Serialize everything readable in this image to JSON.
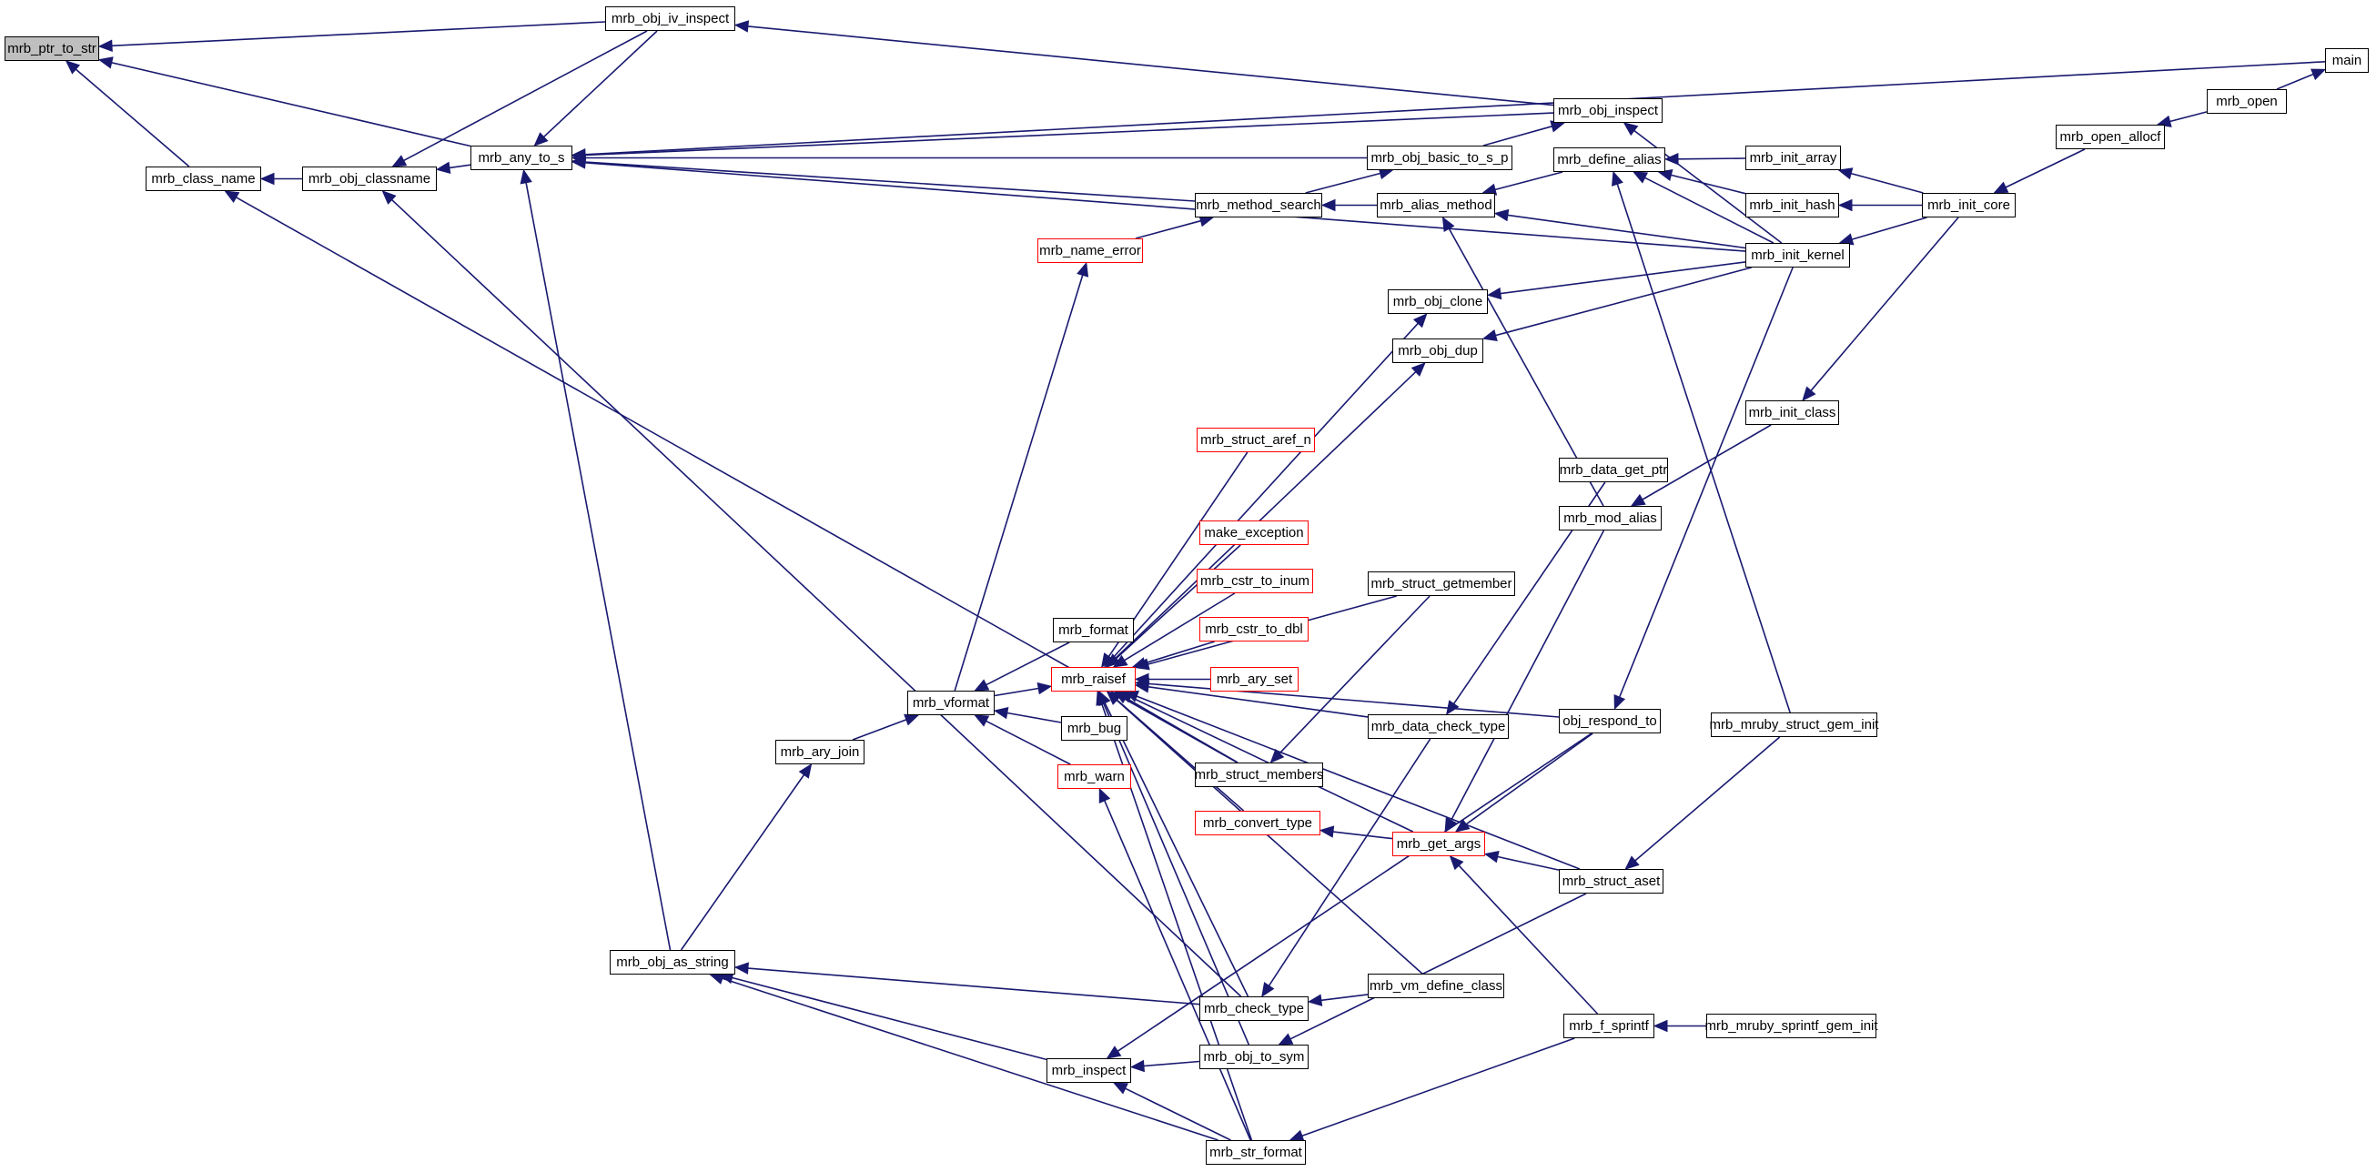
{
  "colors": {
    "edge": "#191970",
    "node_border": "#000000",
    "highlight_border": "#ff0000",
    "root_fill": "#bfbfbf"
  },
  "nodes": [
    {
      "id": "mrb_ptr_to_str",
      "label": "mrb_ptr_to_str",
      "root": true
    },
    {
      "id": "mrb_class_name",
      "label": "mrb_class_name"
    },
    {
      "id": "mrb_obj_classname",
      "label": "mrb_obj_classname"
    },
    {
      "id": "mrb_any_to_s",
      "label": "mrb_any_to_s"
    },
    {
      "id": "mrb_obj_iv_inspect",
      "label": "mrb_obj_iv_inspect"
    },
    {
      "id": "main",
      "label": "main"
    },
    {
      "id": "mrb_obj_inspect",
      "label": "mrb_obj_inspect"
    },
    {
      "id": "mrb_obj_basic_to_s_p",
      "label": "mrb_obj_basic_to_s_p"
    },
    {
      "id": "mrb_method_search",
      "label": "mrb_method_search"
    },
    {
      "id": "mrb_name_error",
      "label": "mrb_name_error",
      "red": true
    },
    {
      "id": "mrb_alias_method",
      "label": "mrb_alias_method"
    },
    {
      "id": "mrb_define_alias",
      "label": "mrb_define_alias"
    },
    {
      "id": "mrb_init_array",
      "label": "mrb_init_array"
    },
    {
      "id": "mrb_init_hash",
      "label": "mrb_init_hash"
    },
    {
      "id": "mrb_init_kernel",
      "label": "mrb_init_kernel"
    },
    {
      "id": "mrb_init_core",
      "label": "mrb_init_core"
    },
    {
      "id": "mrb_open_allocf",
      "label": "mrb_open_allocf"
    },
    {
      "id": "mrb_open",
      "label": "mrb_open"
    },
    {
      "id": "mrb_init_class",
      "label": "mrb_init_class"
    },
    {
      "id": "mrb_obj_clone",
      "label": "mrb_obj_clone"
    },
    {
      "id": "mrb_obj_dup",
      "label": "mrb_obj_dup"
    },
    {
      "id": "mrb_struct_aref_n",
      "label": "mrb_struct_aref_n",
      "red": true
    },
    {
      "id": "make_exception",
      "label": "make_exception",
      "red": true
    },
    {
      "id": "mrb_cstr_to_inum",
      "label": "mrb_cstr_to_inum",
      "red": true
    },
    {
      "id": "mrb_cstr_to_dbl",
      "label": "mrb_cstr_to_dbl",
      "red": true
    },
    {
      "id": "mrb_ary_set",
      "label": "mrb_ary_set",
      "red": true
    },
    {
      "id": "mrb_format",
      "label": "mrb_format"
    },
    {
      "id": "mrb_raisef",
      "label": "mrb_raisef",
      "red": true
    },
    {
      "id": "mrb_vformat",
      "label": "mrb_vformat"
    },
    {
      "id": "mrb_bug",
      "label": "mrb_bug"
    },
    {
      "id": "mrb_warn",
      "label": "mrb_warn",
      "red": true
    },
    {
      "id": "mrb_ary_join",
      "label": "mrb_ary_join"
    },
    {
      "id": "mrb_struct_members",
      "label": "mrb_struct_members"
    },
    {
      "id": "mrb_convert_type",
      "label": "mrb_convert_type",
      "red": true
    },
    {
      "id": "mrb_get_args",
      "label": "mrb_get_args",
      "red": true
    },
    {
      "id": "mrb_data_get_ptr",
      "label": "mrb_data_get_ptr"
    },
    {
      "id": "mrb_mod_alias",
      "label": "mrb_mod_alias"
    },
    {
      "id": "mrb_struct_getmember",
      "label": "mrb_struct_getmember"
    },
    {
      "id": "mrb_data_check_type",
      "label": "mrb_data_check_type"
    },
    {
      "id": "obj_respond_to",
      "label": "obj_respond_to"
    },
    {
      "id": "mrb_mruby_struct_gem_init",
      "label": "mrb_mruby_struct_gem_init"
    },
    {
      "id": "mrb_struct_aset",
      "label": "mrb_struct_aset"
    },
    {
      "id": "mrb_obj_as_string",
      "label": "mrb_obj_as_string"
    },
    {
      "id": "mrb_check_type",
      "label": "mrb_check_type"
    },
    {
      "id": "mrb_vm_define_class",
      "label": "mrb_vm_define_class"
    },
    {
      "id": "mrb_f_sprintf",
      "label": "mrb_f_sprintf"
    },
    {
      "id": "mrb_mruby_sprintf_gem_init",
      "label": "mrb_mruby_sprintf_gem_init"
    },
    {
      "id": "mrb_inspect",
      "label": "mrb_inspect"
    },
    {
      "id": "mrb_obj_to_sym",
      "label": "mrb_obj_to_sym"
    },
    {
      "id": "mrb_str_format",
      "label": "mrb_str_format"
    }
  ],
  "edges": [
    [
      "mrb_class_name",
      "mrb_ptr_to_str"
    ],
    [
      "mrb_any_to_s",
      "mrb_ptr_to_str"
    ],
    [
      "mrb_obj_iv_inspect",
      "mrb_ptr_to_str"
    ],
    [
      "mrb_obj_classname",
      "mrb_class_name"
    ],
    [
      "mrb_struct_members",
      "mrb_class_name"
    ],
    [
      "mrb_any_to_s",
      "mrb_obj_classname"
    ],
    [
      "mrb_obj_iv_inspect",
      "mrb_obj_classname"
    ],
    [
      "mrb_check_type",
      "mrb_obj_classname"
    ],
    [
      "mrb_obj_iv_inspect",
      "mrb_any_to_s"
    ],
    [
      "main",
      "mrb_any_to_s"
    ],
    [
      "mrb_obj_inspect",
      "mrb_any_to_s"
    ],
    [
      "mrb_obj_basic_to_s_p",
      "mrb_any_to_s"
    ],
    [
      "mrb_method_search",
      "mrb_any_to_s"
    ],
    [
      "mrb_init_kernel",
      "mrb_any_to_s"
    ],
    [
      "mrb_obj_as_string",
      "mrb_any_to_s"
    ],
    [
      "mrb_obj_inspect",
      "mrb_obj_iv_inspect"
    ],
    [
      "mrb_open",
      "main"
    ],
    [
      "mrb_init_kernel",
      "mrb_obj_inspect"
    ],
    [
      "mrb_obj_basic_to_s_p",
      "mrb_obj_inspect"
    ],
    [
      "mrb_method_search",
      "mrb_obj_basic_to_s_p"
    ],
    [
      "mrb_name_error",
      "mrb_method_search"
    ],
    [
      "mrb_alias_method",
      "mrb_method_search"
    ],
    [
      "mrb_vformat",
      "mrb_name_error"
    ],
    [
      "mrb_define_alias",
      "mrb_alias_method"
    ],
    [
      "mrb_init_kernel",
      "mrb_alias_method"
    ],
    [
      "mrb_mod_alias",
      "mrb_alias_method"
    ],
    [
      "mrb_init_array",
      "mrb_define_alias"
    ],
    [
      "mrb_init_hash",
      "mrb_define_alias"
    ],
    [
      "mrb_init_kernel",
      "mrb_define_alias"
    ],
    [
      "mrb_mruby_struct_gem_init",
      "mrb_define_alias"
    ],
    [
      "mrb_init_core",
      "mrb_init_array"
    ],
    [
      "mrb_init_core",
      "mrb_init_hash"
    ],
    [
      "mrb_init_core",
      "mrb_init_kernel"
    ],
    [
      "mrb_open_allocf",
      "mrb_init_core"
    ],
    [
      "mrb_open",
      "mrb_open_allocf"
    ],
    [
      "mrb_init_core",
      "mrb_init_class"
    ],
    [
      "mrb_init_class",
      "mrb_mod_alias"
    ],
    [
      "mrb_init_kernel",
      "mrb_obj_clone"
    ],
    [
      "mrb_init_kernel",
      "mrb_obj_dup"
    ],
    [
      "mrb_raisef",
      "mrb_obj_clone"
    ],
    [
      "mrb_raisef",
      "mrb_obj_dup"
    ],
    [
      "mrb_vformat",
      "mrb_raisef"
    ],
    [
      "mrb_struct_aref_n",
      "mrb_raisef"
    ],
    [
      "make_exception",
      "mrb_raisef"
    ],
    [
      "mrb_cstr_to_inum",
      "mrb_raisef"
    ],
    [
      "mrb_cstr_to_dbl",
      "mrb_raisef"
    ],
    [
      "mrb_ary_set",
      "mrb_raisef"
    ],
    [
      "mrb_struct_getmember",
      "mrb_raisef"
    ],
    [
      "mrb_data_check_type",
      "mrb_raisef"
    ],
    [
      "obj_respond_to",
      "mrb_raisef"
    ],
    [
      "mrb_struct_members",
      "mrb_raisef"
    ],
    [
      "mrb_convert_type",
      "mrb_raisef"
    ],
    [
      "mrb_get_args",
      "mrb_raisef"
    ],
    [
      "mrb_struct_aset",
      "mrb_raisef"
    ],
    [
      "mrb_check_type",
      "mrb_raisef"
    ],
    [
      "mrb_vm_define_class",
      "mrb_raisef"
    ],
    [
      "mrb_obj_to_sym",
      "mrb_raisef"
    ],
    [
      "mrb_str_format",
      "mrb_raisef"
    ],
    [
      "mrb_format",
      "mrb_vformat"
    ],
    [
      "mrb_bug",
      "mrb_vformat"
    ],
    [
      "mrb_warn",
      "mrb_vformat"
    ],
    [
      "mrb_ary_join",
      "mrb_vformat"
    ],
    [
      "mrb_obj_as_string",
      "mrb_ary_join"
    ],
    [
      "mrb_str_format",
      "mrb_warn"
    ],
    [
      "mrb_struct_getmember",
      "mrb_struct_members"
    ],
    [
      "mrb_get_args",
      "mrb_convert_type"
    ],
    [
      "obj_respond_to",
      "mrb_get_args"
    ],
    [
      "mrb_struct_aset",
      "mrb_get_args"
    ],
    [
      "mrb_f_sprintf",
      "mrb_get_args"
    ],
    [
      "mrb_mod_alias",
      "mrb_get_args"
    ],
    [
      "mrb_data_get_ptr",
      "mrb_data_check_type"
    ],
    [
      "mrb_init_kernel",
      "obj_respond_to"
    ],
    [
      "mrb_mruby_struct_gem_init",
      "mrb_struct_aset"
    ],
    [
      "mrb_check_type",
      "mrb_obj_as_string"
    ],
    [
      "mrb_inspect",
      "mrb_obj_as_string"
    ],
    [
      "mrb_str_format",
      "mrb_obj_as_string"
    ],
    [
      "mrb_data_check_type",
      "mrb_check_type"
    ],
    [
      "mrb_vm_define_class",
      "mrb_check_type"
    ],
    [
      "mrb_mruby_sprintf_gem_init",
      "mrb_f_sprintf"
    ],
    [
      "mrb_obj_to_sym",
      "mrb_inspect"
    ],
    [
      "mrb_struct_aset",
      "mrb_obj_to_sym"
    ],
    [
      "obj_respond_to",
      "mrb_inspect"
    ],
    [
      "mrb_str_format",
      "mrb_inspect"
    ],
    [
      "mrb_f_sprintf",
      "mrb_str_format"
    ]
  ]
}
